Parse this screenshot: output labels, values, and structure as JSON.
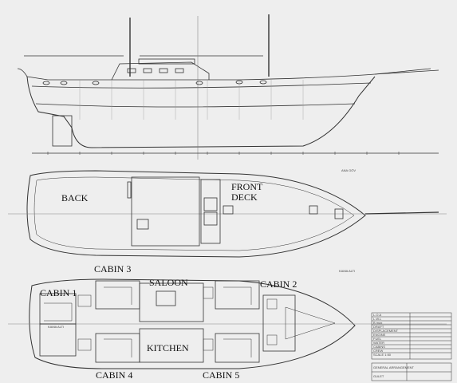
{
  "labels": {
    "back": "BACK",
    "front_deck": "FRONT\nDECK",
    "cabin_1": "CABIN 1",
    "cabin_2": "CABIN 2",
    "cabin_3": "CABIN 3",
    "cabin_4": "CABIN 4",
    "cabin_5": "CABIN 5",
    "saloon": "SALOON",
    "kitchen": "KITCHEN"
  },
  "small_text": {
    "deck_note_left": "KAMA ALTI",
    "deck_note_right": "KAMA ALTI",
    "ruler_note": "ANA GÖV"
  },
  "spec_table": {
    "rows": [
      "L.O.A",
      "L.W.L",
      "B max",
      "DRAFT",
      "DISPLACEMENT",
      "ENGINE",
      "FUEL",
      "WATER",
      "CABINS",
      "CREW",
      "SCALE 1:50"
    ]
  },
  "title_block": {
    "rows": [
      "GENERAL ARRANGEMENT",
      "GULET"
    ]
  }
}
